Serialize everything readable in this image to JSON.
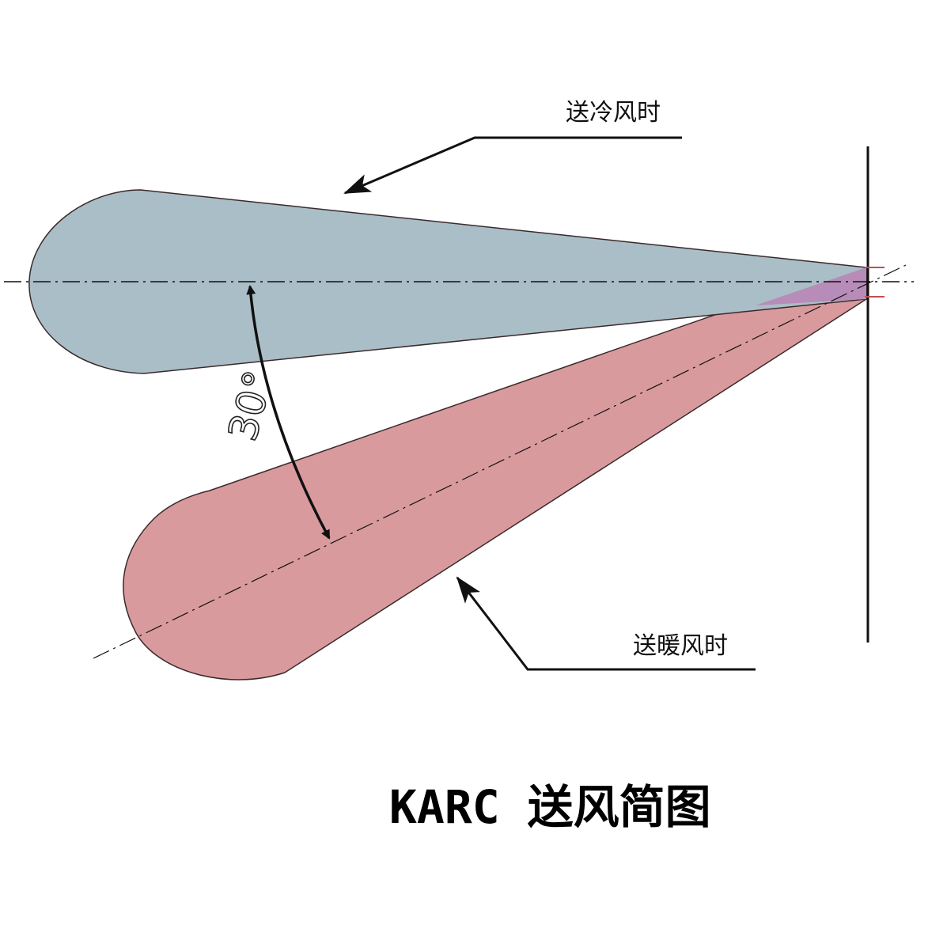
{
  "labels": {
    "cool_air": "送冷风时",
    "warm_air": "送暖风时",
    "angle": "30°"
  },
  "title": "KARC 送风简图",
  "colors": {
    "cool_fill": "#aabec7",
    "warm_fill": "#d99a9e",
    "overlap_fill": "#b78cb8",
    "outline": "#3a2a2a",
    "line": "#111111"
  }
}
